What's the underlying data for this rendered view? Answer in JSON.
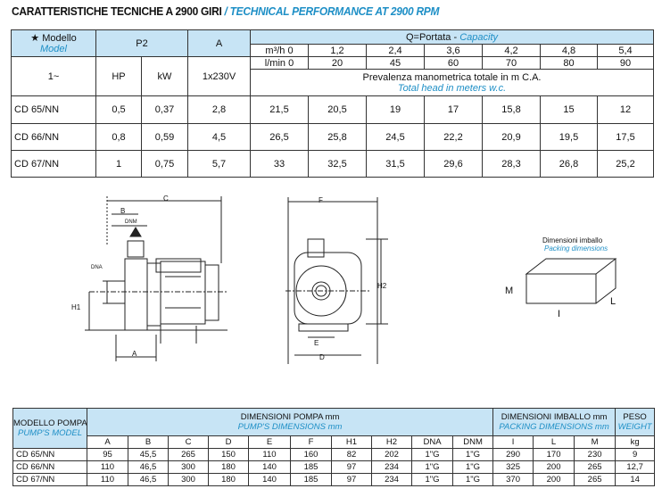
{
  "title": {
    "it": "CARATTERISTICHE TECNICHE A 2900 GIRI",
    "sep": " / ",
    "en": "TECHNICAL PERFORMANCE AT 2900 RPM"
  },
  "perf": {
    "model_it": "Modello",
    "model_en": "Model",
    "star": "★",
    "p2": "P2",
    "amp": "A",
    "capacity_it": "Q=Portata - ",
    "capacity_en": "Capacity",
    "m3h_label": "m³/h 0",
    "m3h": [
      "1,2",
      "2,4",
      "3,6",
      "4,2",
      "4,8",
      "5,4"
    ],
    "lmin_label": "l/min 0",
    "lmin": [
      "20",
      "45",
      "60",
      "70",
      "80",
      "90"
    ],
    "phase": "1~",
    "hp": "HP",
    "kw": "kW",
    "volt": "1x230V",
    "head_it": "Prevalenza manometrica totale in m C.A.",
    "head_en": "Total head in meters w.c.",
    "rows": [
      {
        "model": "CD 65/NN",
        "hp": "0,5",
        "kw": "0,37",
        "a": "2,8",
        "h": [
          "21,5",
          "20,5",
          "19",
          "17",
          "15,8",
          "15",
          "12"
        ]
      },
      {
        "model": "CD 66/NN",
        "hp": "0,8",
        "kw": "0,59",
        "a": "4,5",
        "h": [
          "26,5",
          "25,8",
          "24,5",
          "22,2",
          "20,9",
          "19,5",
          "17,5"
        ]
      },
      {
        "model": "CD 67/NN",
        "hp": "1",
        "kw": "0,75",
        "a": "5,7",
        "h": [
          "33",
          "32,5",
          "31,5",
          "29,6",
          "28,3",
          "26,8",
          "25,2"
        ]
      }
    ]
  },
  "drawing": {
    "labels": {
      "c": "C",
      "b": "B",
      "dnm": "DNM",
      "dna": "DNA",
      "h1": "H1",
      "a": "A",
      "f": "F",
      "h2": "H2",
      "e": "E",
      "d": "D"
    },
    "packing_it": "Dimensioni imballo",
    "packing_en": "Packing dimensions",
    "m": "M",
    "i": "I",
    "l": "L"
  },
  "dims": {
    "model_it": "MODELLO POMPA",
    "model_en": "PUMP'S MODEL",
    "pump_it": "DIMENSIONI POMPA mm",
    "pump_en": "PUMP'S DIMENSIONS mm",
    "pack_it": "DIMENSIONI IMBALLO mm",
    "pack_en": "PACKING DIMENSIONS mm",
    "weight_it": "PESO",
    "weight_en": "WEIGHT",
    "cols": [
      "A",
      "B",
      "C",
      "D",
      "E",
      "F",
      "H1",
      "H2",
      "DNA",
      "DNM",
      "I",
      "L",
      "M",
      "kg"
    ],
    "rows": [
      {
        "model": "CD 65/NN",
        "v": [
          "95",
          "45,5",
          "265",
          "150",
          "110",
          "160",
          "82",
          "202",
          "1\"G",
          "1\"G",
          "290",
          "170",
          "230",
          "9"
        ]
      },
      {
        "model": "CD 66/NN",
        "v": [
          "110",
          "46,5",
          "300",
          "180",
          "140",
          "185",
          "97",
          "234",
          "1\"G",
          "1\"G",
          "325",
          "200",
          "265",
          "12,7"
        ]
      },
      {
        "model": "CD 67/NN",
        "v": [
          "110",
          "46,5",
          "300",
          "180",
          "140",
          "185",
          "97",
          "234",
          "1\"G",
          "1\"G",
          "370",
          "200",
          "265",
          "14"
        ]
      }
    ]
  }
}
